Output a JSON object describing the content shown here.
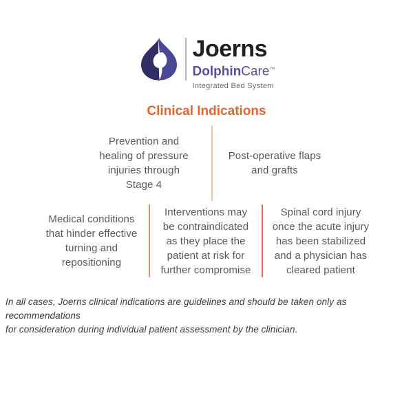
{
  "logo": {
    "brand": "Joerns",
    "product": {
      "bold": "Dolphin",
      "regular": "Care",
      "tm": "™"
    },
    "tagline": "Integrated Bed System",
    "droplet_icon": "dolphin-droplet",
    "colors": {
      "droplet_dark": "#312d66",
      "droplet_light": "#4a4794",
      "brand_text": "#231f20",
      "product_text": "#5a4f9e",
      "tagline_text": "#6a6a6d",
      "separator_gray": "#b1b3b6"
    }
  },
  "heading": {
    "text": "Clinical Indications",
    "color": "#e5662d"
  },
  "indications": {
    "row1": {
      "divider_color": "#eac3a2",
      "cells": [
        {
          "lines": [
            "Prevention and",
            "healing of pressure",
            "injuries through",
            "Stage 4"
          ]
        },
        {
          "lines": [
            "Post-operative flaps",
            "and grafts"
          ]
        }
      ]
    },
    "row2": {
      "divider_colors": [
        "#e98e66",
        "#e2703e"
      ],
      "cells": [
        {
          "lines": [
            "Medical conditions",
            "that hinder effective",
            "turning and",
            "repositioning"
          ]
        },
        {
          "lines": [
            "Interventions may",
            "be contraindicated",
            "as they place the",
            "patient at risk for",
            "further compromise"
          ]
        },
        {
          "lines": [
            "Spinal cord injury",
            "once the acute injury",
            "has been stabilized",
            "and a physician has",
            "cleared patient"
          ]
        }
      ]
    },
    "text_color": "#58595b"
  },
  "footer": {
    "lines": [
      "In all cases, Joerns clinical indications are guidelines and should be taken only as recommendations",
      "for consideration during individual patient assessment by the clinician."
    ]
  }
}
